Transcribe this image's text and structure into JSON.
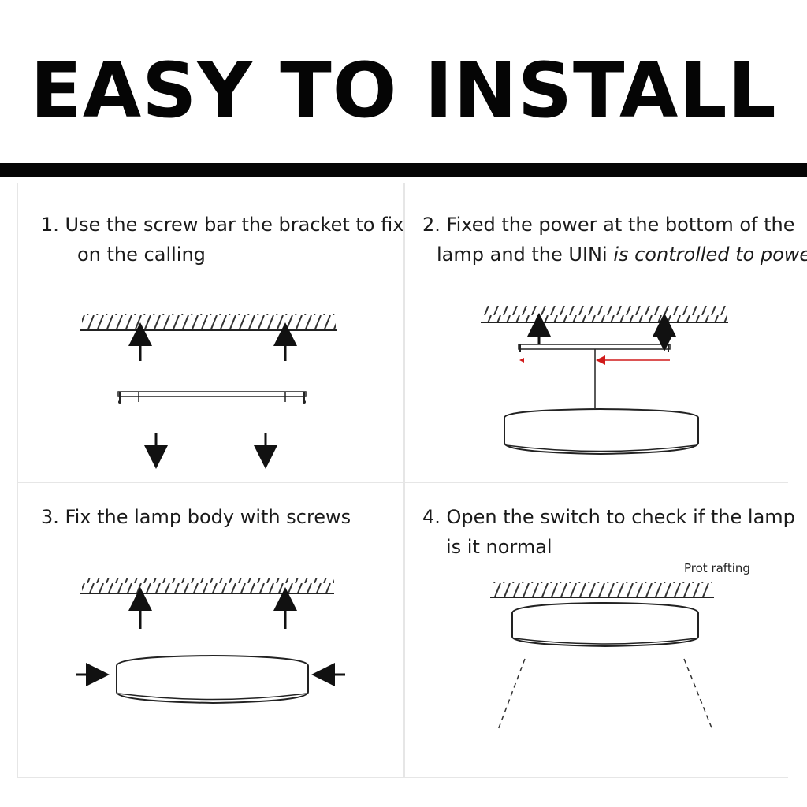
{
  "header": {
    "title": "EASY TO INSTALL"
  },
  "steps": [
    {
      "line1": "1. Use the screw bar the bracket to fix",
      "line2": "on the calling"
    },
    {
      "line1": "2. Fixed the power at the bottom of the",
      "line2_plain": "lamp and the UINi ",
      "line2_italic": "is controlled to power"
    },
    {
      "line1": "3. Fix the lamp body with screws"
    },
    {
      "line1": "4. Open the switch to check if the lamp",
      "line2": "is it normal",
      "note": "Prot rafting"
    }
  ],
  "colors": {
    "ink": "#111111",
    "accent_arrow": "#d11a1a",
    "divider": "#e6e6e6"
  }
}
